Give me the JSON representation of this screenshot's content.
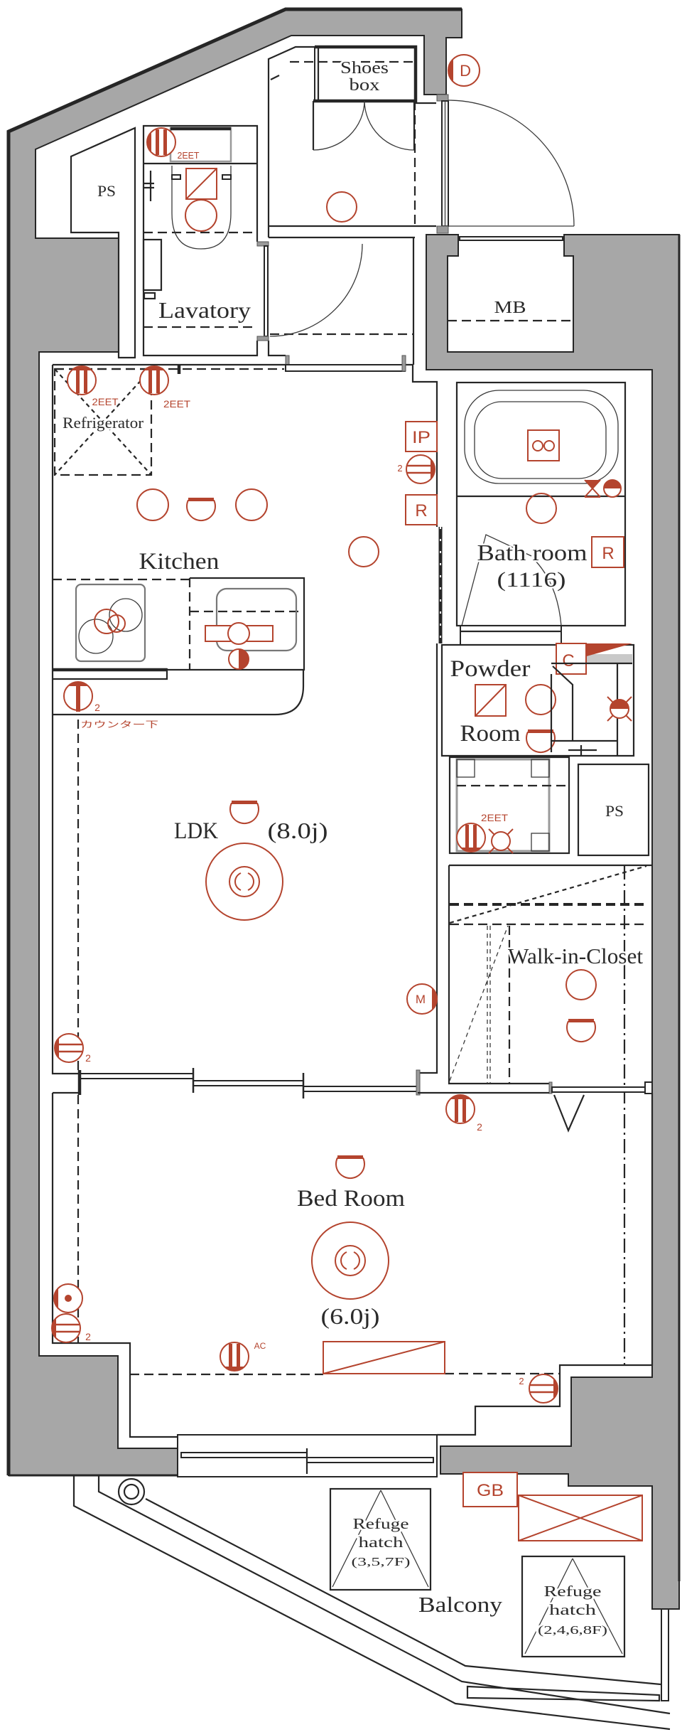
{
  "colors": {
    "wall": "#a7a7a7",
    "line": "#262626",
    "electric": "#b4442e",
    "paper": "#ffffff"
  },
  "rooms": {
    "shoes_box": {
      "line1": "Shoes",
      "line2": "box"
    },
    "ps_top": "PS",
    "lavatory": "Lavatory",
    "mb": "MB",
    "refrigerator": "Refrigerator",
    "kitchen": "Kitchen",
    "bath_room": {
      "name": "Bath room",
      "size": "(1116)"
    },
    "powder_room": {
      "line1": "Powder",
      "line2": "Room"
    },
    "ps_right": "PS",
    "ldk": {
      "name": "LDK",
      "area": "(8.0j)"
    },
    "walk_in_closet": "Walk-in-Closet",
    "bed_room": {
      "name": "Bed Room",
      "area": "(6.0j)"
    },
    "balcony": "Balcony",
    "refuge_hatch_odd": {
      "line1": "Refuge",
      "line2": "hatch",
      "line3": "(3,5,7F)"
    },
    "refuge_hatch_even": {
      "line1": "Refuge",
      "line2": "hatch",
      "line3": "(2,4,6,8F)"
    }
  },
  "symbols": {
    "door_phone": "D",
    "intercom": "IP",
    "remote_ldk": "R",
    "remote_bath": "R",
    "breaker_panel": "C",
    "multimedia_outlet": "M",
    "gas_boiler": "GB"
  },
  "outlet_labels": {
    "lavatory": "2EET",
    "refrigerator_left": "2EET",
    "refrigerator_right": "2EET",
    "washer": "2EET",
    "ldk_right_wall": "2",
    "counter": "2",
    "counter_note": "カウンター下",
    "ldk_left_wall": "2",
    "bed_top_wall": "2",
    "bed_left_wall": "2",
    "bed_bottom_right": "2",
    "air_conditioner": "AC"
  }
}
